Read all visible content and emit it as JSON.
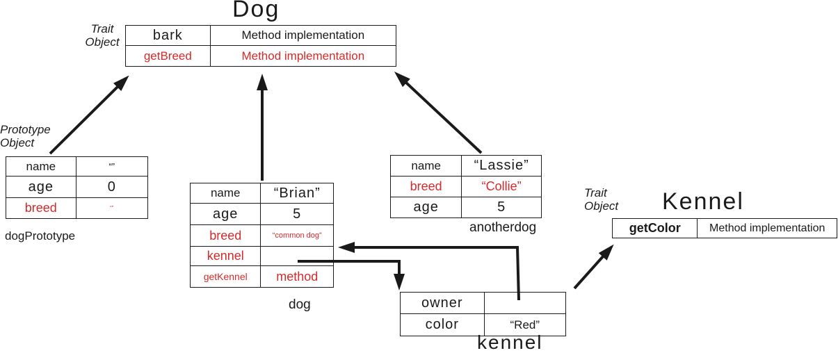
{
  "dog_trait": {
    "title": "Dog",
    "label_line1": "Trait",
    "label_line2": "Object",
    "rows": [
      {
        "key": "bark",
        "value": "Method implementation"
      },
      {
        "key": "getBreed",
        "value": "Method implementation"
      }
    ]
  },
  "dog_prototype": {
    "label_line1": "Prototype",
    "label_line2": "Object",
    "caption": "dogPrototype",
    "rows": [
      {
        "key": "name",
        "value": "“”"
      },
      {
        "key": "age",
        "value": "0"
      },
      {
        "key": "breed",
        "value": "“”"
      }
    ]
  },
  "dog": {
    "caption": "dog",
    "rows": [
      {
        "key": "name",
        "value": "“Brian”"
      },
      {
        "key": "age",
        "value": "5"
      },
      {
        "key": "breed",
        "value": "“common dog”"
      },
      {
        "key": "kennel",
        "value": ""
      },
      {
        "key": "getKennel",
        "value": "method"
      }
    ]
  },
  "anotherdog": {
    "caption": "anotherdog",
    "rows": [
      {
        "key": "name",
        "value": "“Lassie”"
      },
      {
        "key": "breed",
        "value": "“Collie”"
      },
      {
        "key": "age",
        "value": "5"
      }
    ]
  },
  "kennel_trait": {
    "title": "Kennel",
    "label_line1": "Trait",
    "label_line2": "Object",
    "rows": [
      {
        "key": "getColor",
        "value": "Method implementation"
      }
    ]
  },
  "kennel": {
    "caption": "kennel",
    "rows": [
      {
        "key": "owner",
        "value": ""
      },
      {
        "key": "color",
        "value": "“Red”"
      }
    ]
  },
  "colors": {
    "text": "#1a1a1a",
    "highlight": "#d42a2a"
  }
}
